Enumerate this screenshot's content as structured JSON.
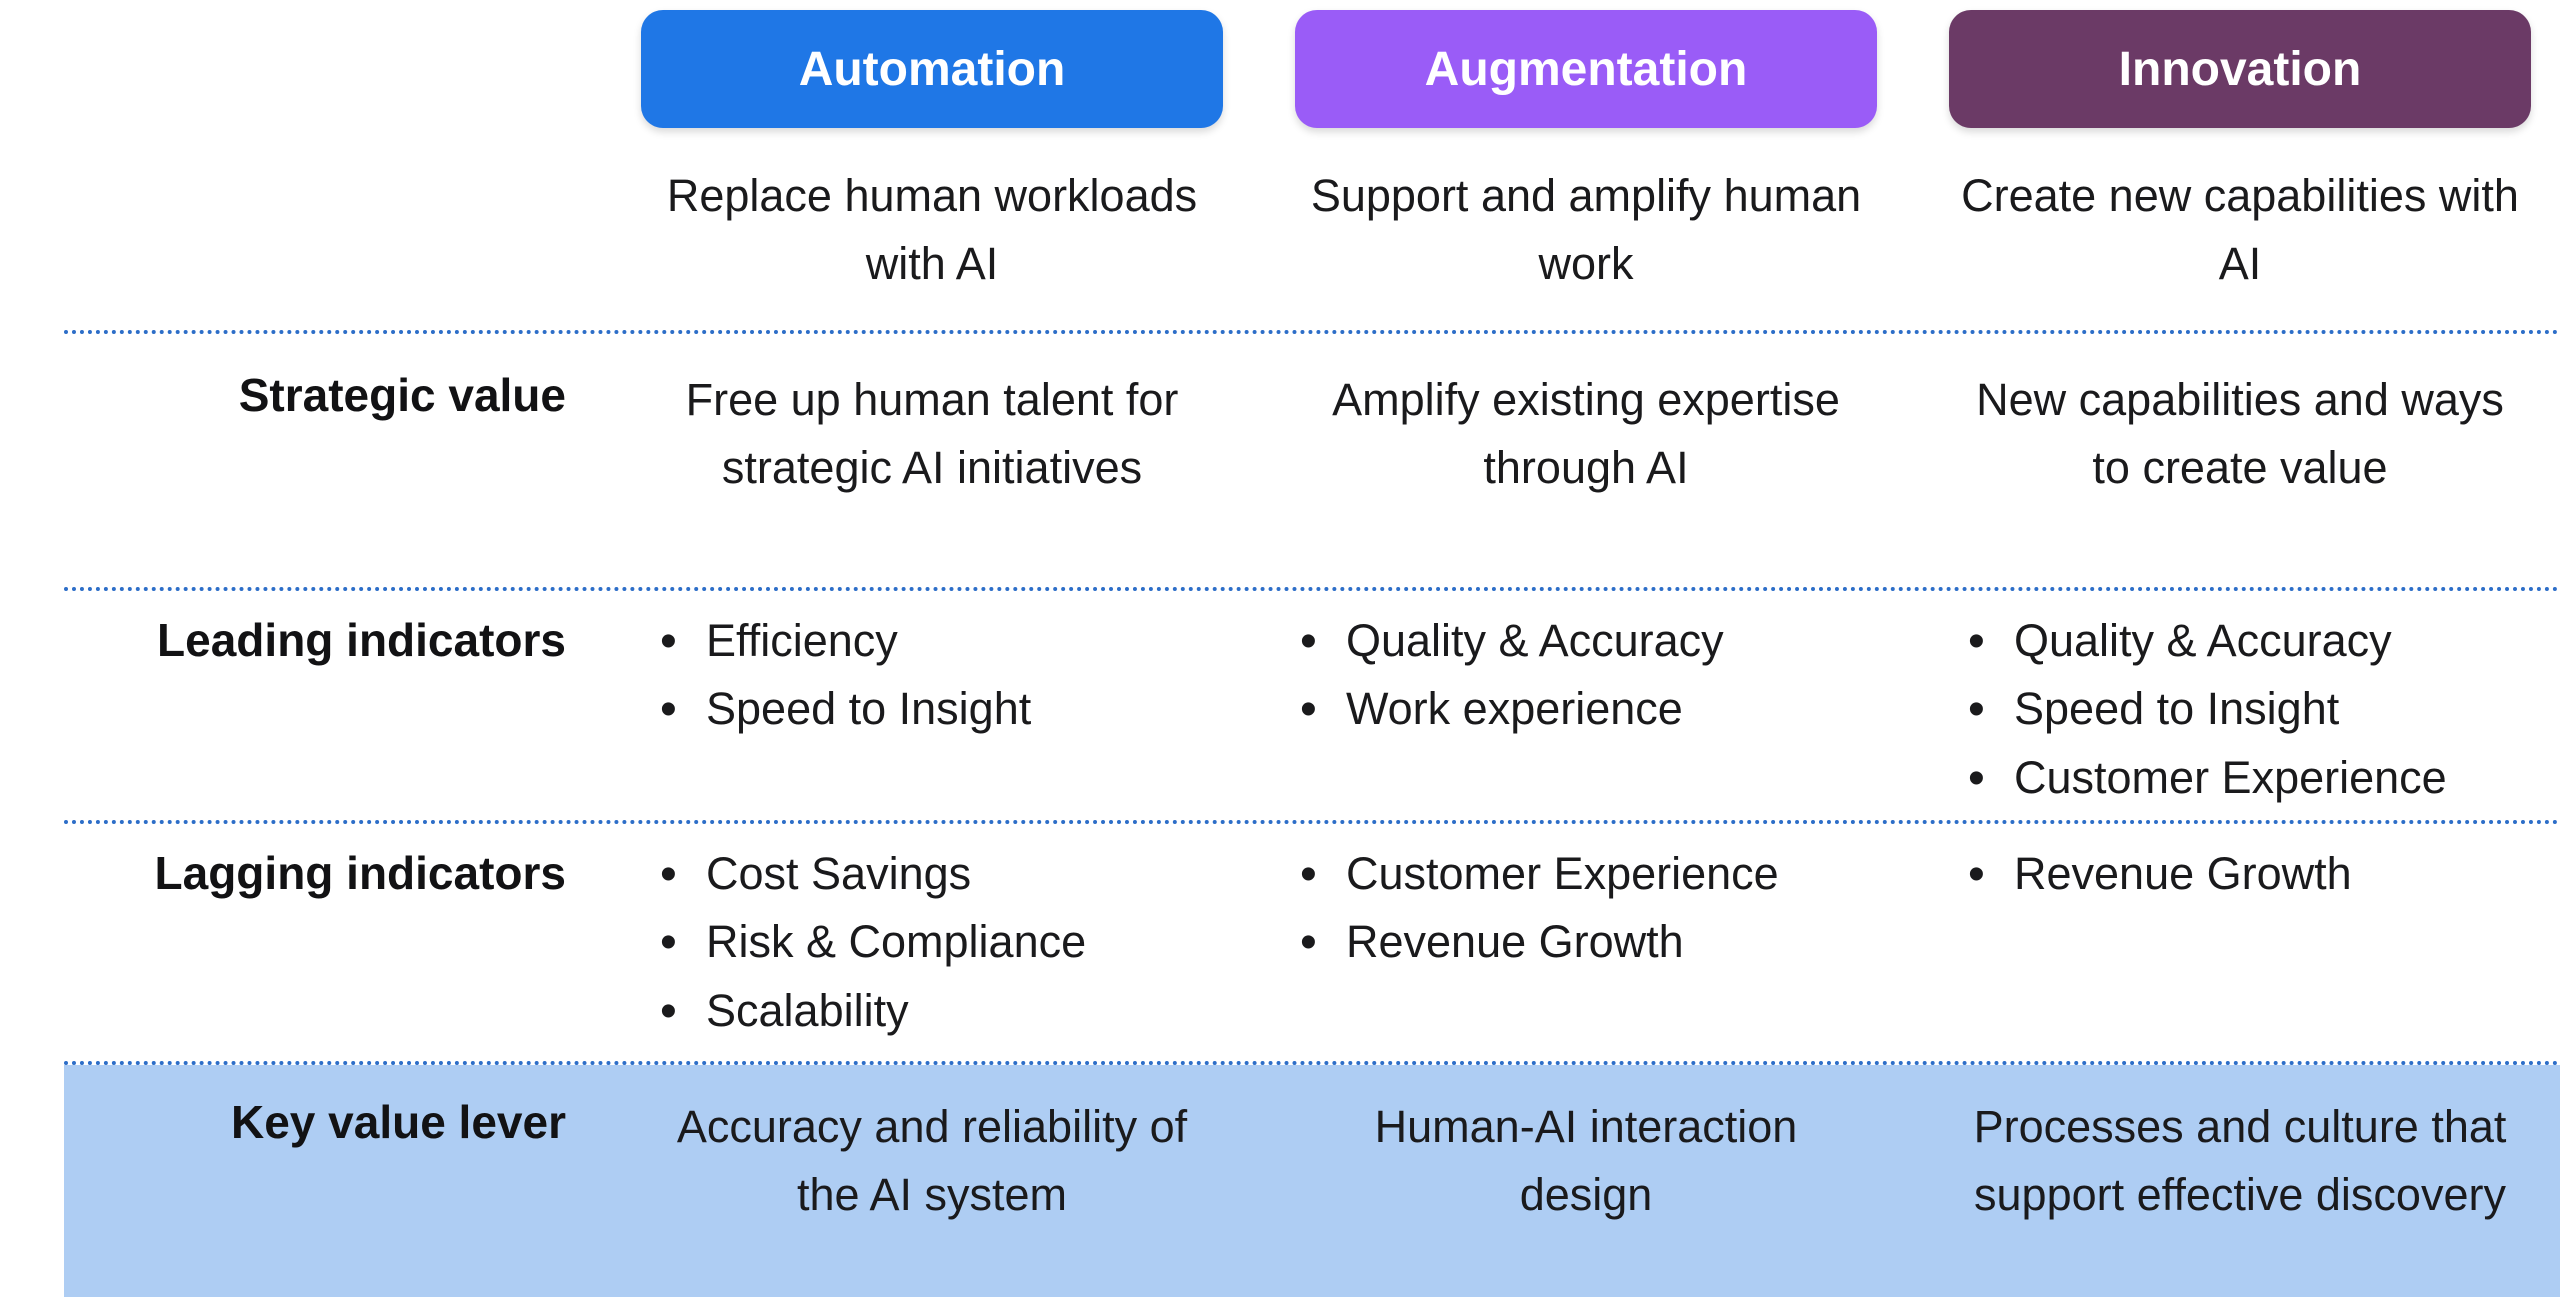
{
  "table": {
    "columns": [
      {
        "id": "automation",
        "header": "Automation",
        "header_color": "#1f77e6",
        "description": "Replace human workloads with AI"
      },
      {
        "id": "augmentation",
        "header": "Augmentation",
        "header_color": "#9a5cf7",
        "description": "Support and amplify human work"
      },
      {
        "id": "innovation",
        "header": "Innovation",
        "header_color": "#6b3a66",
        "description": "Create new capabilities with AI"
      }
    ],
    "rows": [
      {
        "label": "Strategic value",
        "cells": [
          "Free up human talent for strategic AI initiatives",
          "Amplify existing expertise through AI",
          "New capabilities and ways to create value"
        ]
      },
      {
        "label": "Leading indicators",
        "cells": [
          [
            "Efficiency",
            "Speed to Insight"
          ],
          [
            "Quality & Accuracy",
            "Work experience"
          ],
          [
            "Quality & Accuracy",
            "Speed to Insight",
            "Customer Experience"
          ]
        ]
      },
      {
        "label": "Lagging indicators",
        "cells": [
          [
            "Cost Savings",
            "Risk & Compliance",
            "Scalability"
          ],
          [
            "Customer Experience",
            "Revenue Growth"
          ],
          [
            "Revenue Growth"
          ]
        ]
      },
      {
        "label": "Key value lever",
        "cells": [
          "Accuracy and reliability of the AI system",
          "Human-AI interaction design",
          "Processes and culture that support effective discovery"
        ]
      }
    ],
    "colors": {
      "separator": "#2d6ec8",
      "highlight_row_bg": "#aecdf3",
      "text": "#1a1a1c",
      "header_text": "#ffffff"
    }
  }
}
